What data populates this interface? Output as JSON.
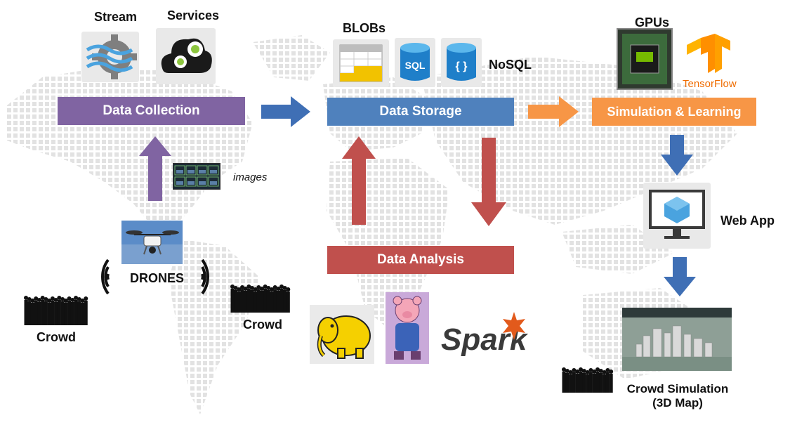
{
  "colors": {
    "collection": "#8064a2",
    "storage": "#4f81bd",
    "analysis": "#c0504d",
    "learning": "#f79646",
    "blue_arrow": "#3f6fb5",
    "purple_arrow": "#8064a2",
    "red_arrow": "#c0504d",
    "orange_arrow": "#f79646",
    "map_dots": "#e4e4e4"
  },
  "collection": {
    "bar_label": "Data Collection",
    "stream_label": "Stream",
    "services_label": "Services",
    "images_label": "images",
    "drones_label": "DRONES",
    "crowd_left_label": "Crowd",
    "crowd_right_label": "Crowd"
  },
  "storage": {
    "bar_label": "Data Storage",
    "blobs_label": "BLOBs",
    "nosql_label": "NoSQL",
    "sql_badge": "SQL",
    "json_badge": "{ }"
  },
  "analysis": {
    "bar_label": "Data Analysis",
    "spark_logo": "Spark"
  },
  "learning": {
    "bar_label": "Simulation & Learning",
    "gpus_label": "GPUs",
    "tensorflow_logo": "TensorFlow",
    "webapp_label": "Web App",
    "crowd_sim_label_line1": "Crowd Simulation",
    "crowd_sim_label_line2": "(3D Map)"
  }
}
